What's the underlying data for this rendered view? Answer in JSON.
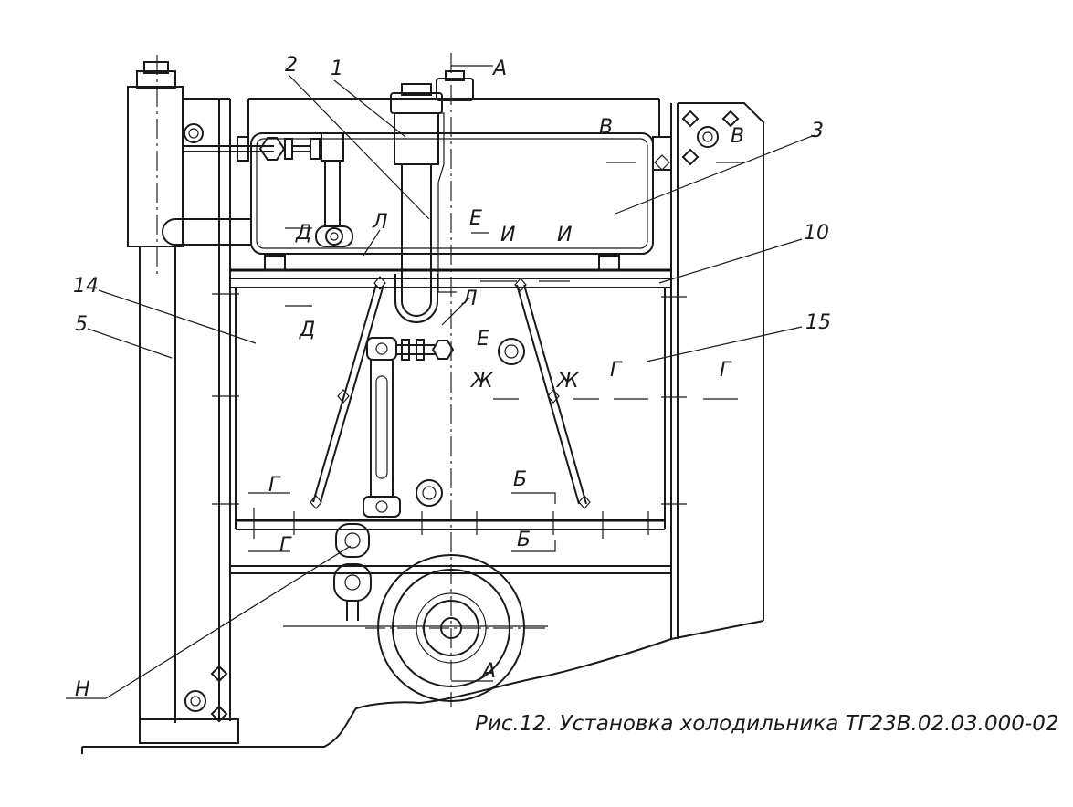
{
  "drawing": {
    "caption": "Рис.12. Установка  холодильника ТГ23В.02.03.000-02",
    "part_numbers": [
      "1",
      "2",
      "3",
      "5",
      "10",
      "14",
      "15"
    ],
    "callouts": {
      "n": "Н",
      "a": "А",
      "b": "Б",
      "v": "В",
      "g": "Г",
      "d": "Д",
      "e": "Е",
      "zh": "Ж",
      "i": "И",
      "l": "Л"
    }
  }
}
